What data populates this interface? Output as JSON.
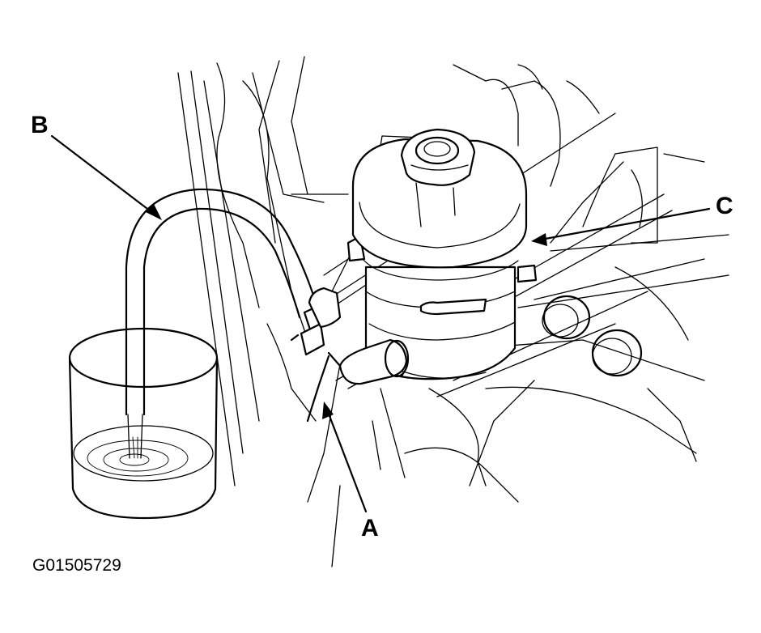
{
  "callouts": {
    "a": "A",
    "b": "B",
    "c": "C"
  },
  "figure_code": "G01505729",
  "colors": {
    "line": "#000000",
    "background": "#ffffff"
  }
}
